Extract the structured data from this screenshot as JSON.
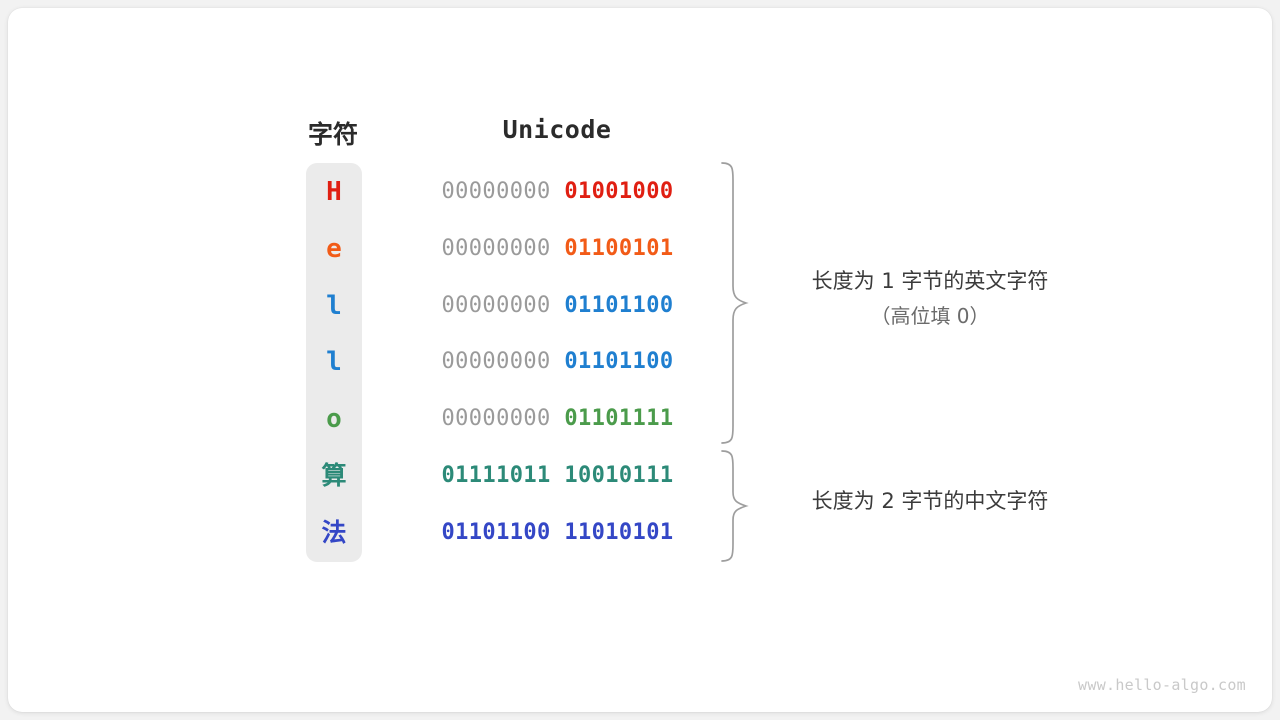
{
  "card": {
    "background": "#ffffff",
    "page_background": "#f2f2f2"
  },
  "headers": {
    "character": "字符",
    "unicode": "Unicode"
  },
  "colors": {
    "high_byte_gray": "#9a9a9a",
    "red": "#e01f12",
    "orange": "#f25b17",
    "blue": "#1f7fd0",
    "green": "#4b9b4b",
    "teal": "#2c8a78",
    "indigo": "#3447c6",
    "column_bg": "#ebebeb",
    "brace": "#9e9e9e",
    "note_text": "#3b3b3b",
    "note_sub": "#6b6b6b",
    "watermark": "#c9c9c9"
  },
  "rows": [
    {
      "char": "H",
      "color": "#e01f12",
      "high": "00000000",
      "low": "01001000",
      "both_bold": false,
      "cjk": false
    },
    {
      "char": "e",
      "color": "#f25b17",
      "high": "00000000",
      "low": "01100101",
      "both_bold": false,
      "cjk": false
    },
    {
      "char": "l",
      "color": "#1f7fd0",
      "high": "00000000",
      "low": "01101100",
      "both_bold": false,
      "cjk": false
    },
    {
      "char": "l",
      "color": "#1f7fd0",
      "high": "00000000",
      "low": "01101100",
      "both_bold": false,
      "cjk": false
    },
    {
      "char": "o",
      "color": "#4b9b4b",
      "high": "00000000",
      "low": "01101111",
      "both_bold": false,
      "cjk": false
    },
    {
      "char": "算",
      "color": "#2c8a78",
      "high": "01111011",
      "low": "10010111",
      "both_bold": true,
      "cjk": true
    },
    {
      "char": "法",
      "color": "#3447c6",
      "high": "01101100",
      "low": "11010101",
      "both_bold": true,
      "cjk": true
    }
  ],
  "annotations": [
    {
      "line1": "长度为 1 字节的英文字符",
      "line2": "（高位填 0）"
    },
    {
      "line1": "长度为 2 字节的中文字符",
      "line2": ""
    }
  ],
  "watermark": "www.hello-algo.com"
}
